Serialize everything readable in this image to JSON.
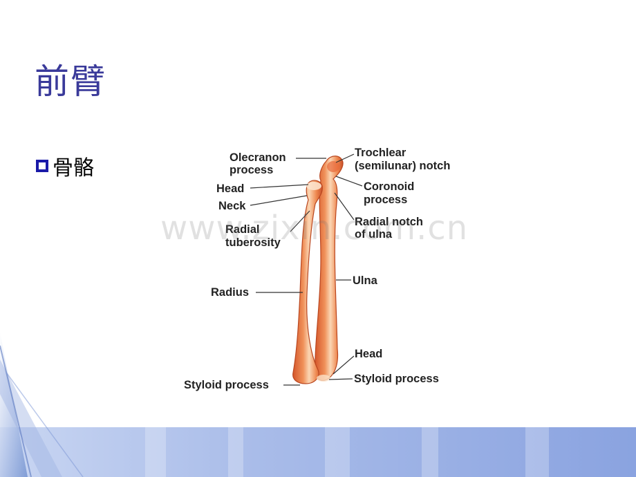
{
  "slide": {
    "title": "前臂",
    "bullet": "骨骼"
  },
  "watermark": "www.zixin.com.cn",
  "diagram": {
    "labels": {
      "olecranon_1": "Olecranon",
      "olecranon_2": "process",
      "trochlear_1": "Trochlear",
      "trochlear_2": "(semilunar) notch",
      "coronoid_1": "Coronoid",
      "coronoid_2": "process",
      "head_top": "Head",
      "neck": "Neck",
      "radial_notch_1": "Radial notch",
      "radial_notch_2": "of ulna",
      "radial_tub_1": "Radial",
      "radial_tub_2": "tuberosity",
      "ulna": "Ulna",
      "radius": "Radius",
      "head_bottom": "Head",
      "styloid_left": "Styloid process",
      "styloid_right": "Styloid process"
    }
  },
  "colors": {
    "title": "#3a3a9a",
    "bullet_box": "#1a1aa8",
    "bone": "#e8783f",
    "bone_light": "#f6c9a3",
    "footer": "#8aa3e0"
  }
}
